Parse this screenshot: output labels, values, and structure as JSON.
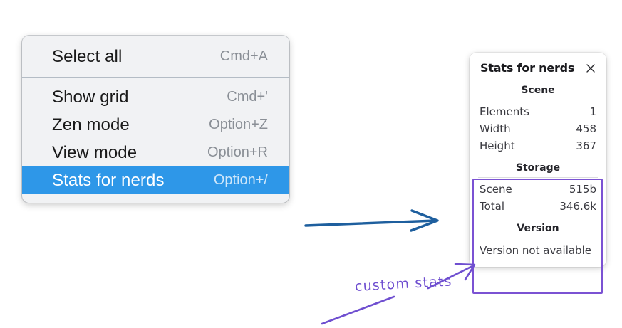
{
  "menu": {
    "groups": [
      {
        "items": [
          {
            "label": "Select all",
            "shortcut": "Cmd+A",
            "selected": false
          }
        ]
      },
      {
        "items": [
          {
            "label": "Show grid",
            "shortcut": "Cmd+'",
            "selected": false
          },
          {
            "label": "Zen mode",
            "shortcut": "Option+Z",
            "selected": false
          },
          {
            "label": "View mode",
            "shortcut": "Option+R",
            "selected": false
          },
          {
            "label": "Stats for nerds",
            "shortcut": "Option+/",
            "selected": true
          }
        ]
      }
    ],
    "highlight_color": "#2e97e8",
    "background_color": "#f1f2f4"
  },
  "stats_panel": {
    "title": "Stats for nerds",
    "close_icon": "close-icon",
    "sections": [
      {
        "name": "scene",
        "heading": "Scene",
        "rows": [
          {
            "key": "Elements",
            "value": "1"
          },
          {
            "key": "Width",
            "value": "458"
          },
          {
            "key": "Height",
            "value": "367"
          }
        ]
      },
      {
        "name": "storage",
        "heading": "Storage",
        "rows": [
          {
            "key": "Scene",
            "value": "515b"
          },
          {
            "key": "Total",
            "value": "346.6k"
          }
        ]
      },
      {
        "name": "version",
        "heading": "Version",
        "note": "Version not available"
      }
    ]
  },
  "annotations": {
    "arrow_color": "#1e5f9e",
    "callout_color": "#6f4fd0",
    "callout_text": "custom stats"
  }
}
